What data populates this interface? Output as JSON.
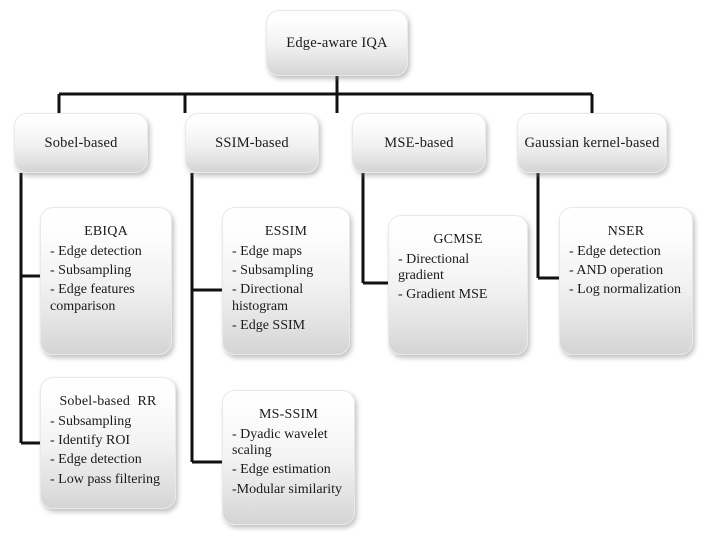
{
  "diagram": {
    "type": "hierarchy-tree",
    "root": {
      "id": "root",
      "label": "Edge-aware IQA"
    },
    "branches": [
      {
        "id": "sobel-based",
        "label": "Sobel-based",
        "leaves": [
          {
            "id": "ebiqa",
            "title": "EBIQA",
            "items": [
              "- Edge detection",
              "- Subsampling",
              "- Edge features comparison"
            ]
          },
          {
            "id": "sobel-based-rr",
            "title": "Sobel-based  RR",
            "items": [
              "- Subsampling",
              "- Identify ROI",
              "- Edge detection",
              "- Low pass filtering"
            ]
          }
        ]
      },
      {
        "id": "ssim-based",
        "label": "SSIM-based",
        "leaves": [
          {
            "id": "essim",
            "title": "ESSIM",
            "items": [
              "- Edge maps",
              "- Subsampling",
              "- Directional histogram",
              "- Edge SSIM"
            ]
          },
          {
            "id": "ms-ssim",
            "title": "MS-SSIM",
            "items": [
              "- Dyadic wavelet scaling",
              "- Edge estimation",
              "-Modular similarity"
            ]
          }
        ]
      },
      {
        "id": "mse-based",
        "label": "MSE-based",
        "leaves": [
          {
            "id": "gcmse",
            "title": "GCMSE",
            "items": [
              "- Directional gradient",
              "- Gradient MSE"
            ]
          }
        ]
      },
      {
        "id": "gaussian-kernel-based",
        "label": "Gaussian kernel-based",
        "leaves": [
          {
            "id": "nser",
            "title": "NSER",
            "items": [
              "- Edge detection",
              "- AND operation",
              "- Log normalization"
            ]
          }
        ]
      }
    ],
    "style": {
      "connector_color": "#111111",
      "box_fill_top": "#ffffff",
      "box_fill_bottom": "#d4d4d4",
      "text_color": "#1a1a1a",
      "background": "#ffffff"
    }
  }
}
